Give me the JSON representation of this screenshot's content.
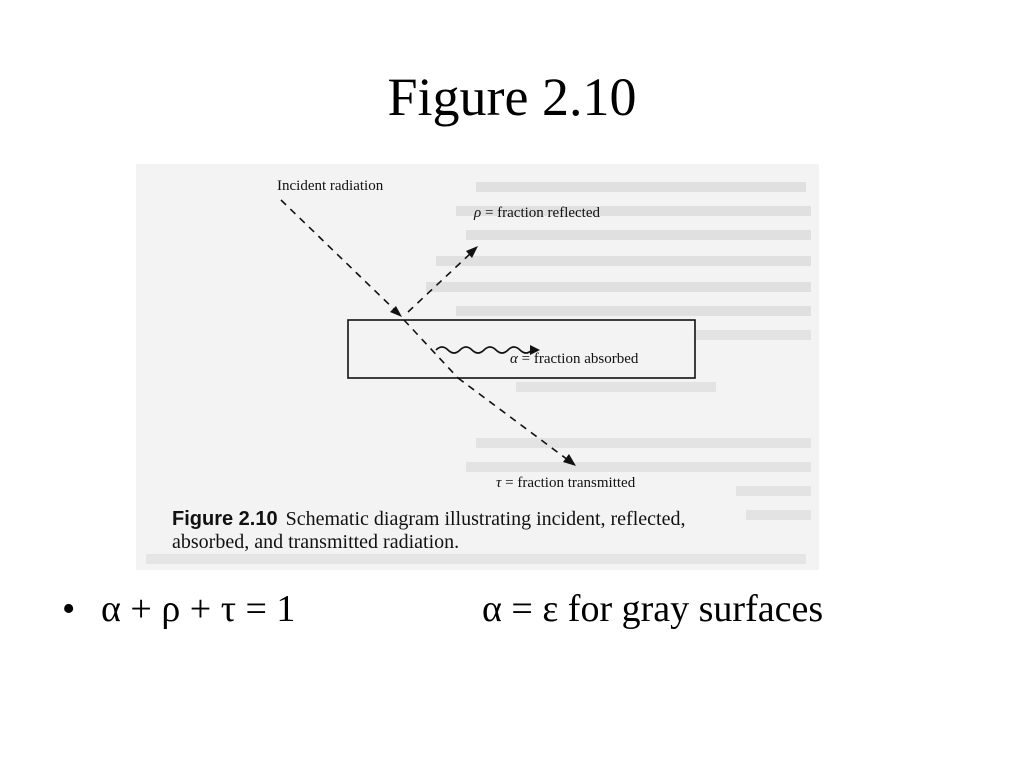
{
  "title": "Figure 2.10",
  "figure": {
    "incident_label": "Incident radiation",
    "reflected_symbol": "ρ",
    "reflected_label": " = fraction reflected",
    "absorbed_symbol": "α",
    "absorbed_label": " = fraction absorbed",
    "transmitted_symbol": "τ",
    "transmitted_label": " = fraction transmitted",
    "caption_number": "Figure 2.10",
    "caption_line1": "Schematic diagram illustrating incident, reflected,",
    "caption_line2": "absorbed, and transmitted radiation."
  },
  "bullet": {
    "marker": "•",
    "equation": "α + ρ + τ = 1",
    "note": "α = ε for gray surfaces"
  }
}
